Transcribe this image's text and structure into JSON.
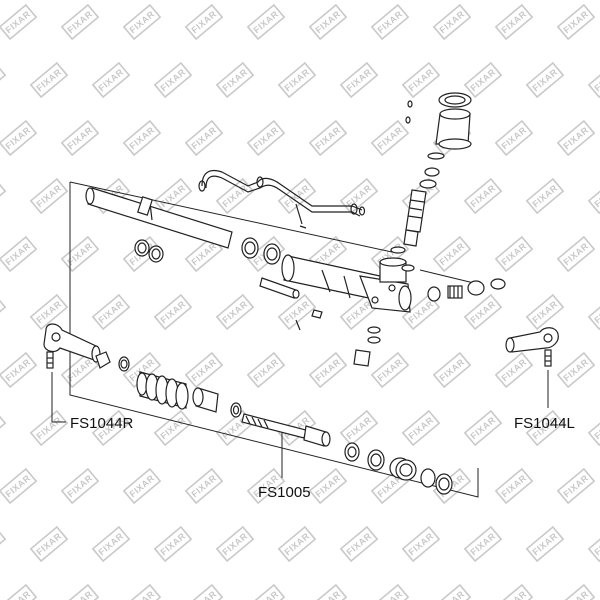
{
  "labels": {
    "tie_rod_end_right": "FS1044R",
    "inner_tie_rod": "FS1005",
    "tie_rod_end_left": "FS1044L"
  },
  "watermark": {
    "text": "FIXAR"
  },
  "colors": {
    "line": "#222222",
    "part_fill": "#ffffff",
    "watermark": "#c9c9c9",
    "background": "#ffffff"
  }
}
